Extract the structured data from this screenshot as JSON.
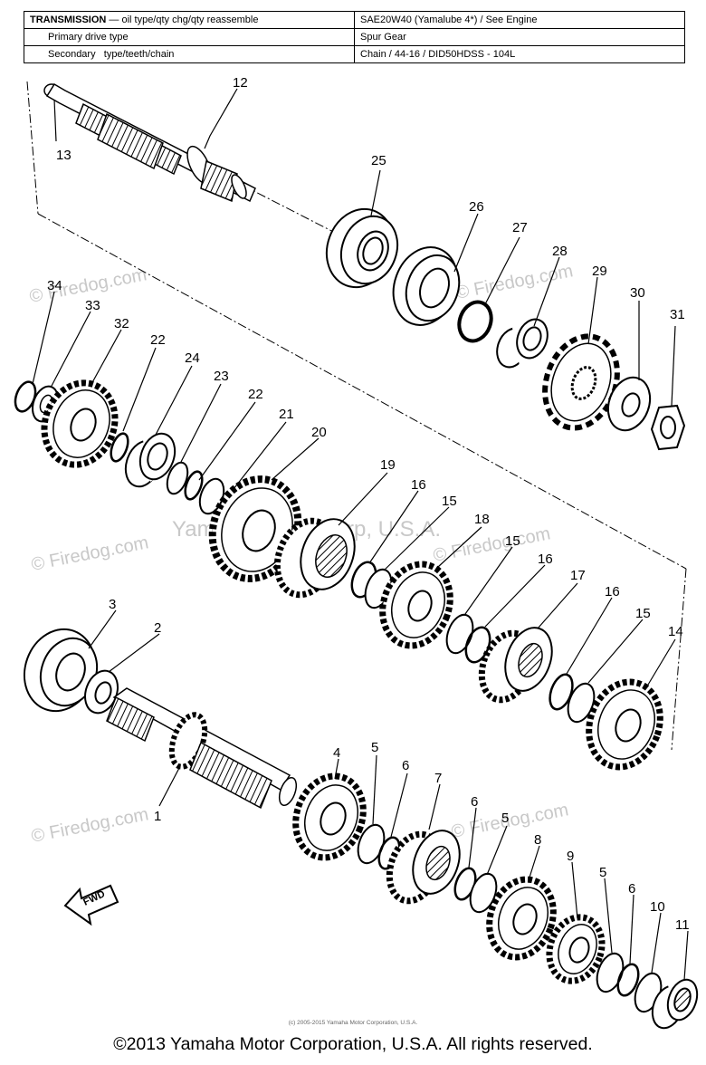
{
  "spec_table": {
    "rows": [
      {
        "label_bold": "TRANSMISSION",
        "label_rest": " — oil type/qty chg/qty reassemble",
        "value": "SAE20W40 (Yamalube 4*) / See Engine"
      },
      {
        "label": "Primary drive type",
        "value": "Spur Gear"
      },
      {
        "label": "Secondary   type/teeth/chain",
        "value": "Chain / 44-16 / DID50HDSS - 104L"
      }
    ]
  },
  "callouts": {
    "n1": "1",
    "n2": "2",
    "n3": "3",
    "n4": "4",
    "n5a": "5",
    "n5b": "5",
    "n5c": "5",
    "n6a": "6",
    "n6b": "6",
    "n6c": "6",
    "n7": "7",
    "n8": "8",
    "n9": "9",
    "n10": "10",
    "n11": "11",
    "n12": "12",
    "n13": "13",
    "n14": "14",
    "n15a": "15",
    "n15b": "15",
    "n15c": "15",
    "n16a": "16",
    "n16b": "16",
    "n16c": "16",
    "n17": "17",
    "n18": "18",
    "n19": "19",
    "n20": "20",
    "n21": "21",
    "n22a": "22",
    "n22b": "22",
    "n23": "23",
    "n24": "24",
    "n25": "25",
    "n26": "26",
    "n27": "27",
    "n28": "28",
    "n29": "29",
    "n30": "30",
    "n31": "31",
    "n32": "32",
    "n33": "33",
    "n34": "34"
  },
  "fwd_label": "FWD",
  "watermarks": {
    "firedog": "© Firedog.com",
    "yamaha": "Yamaha Motor Corp, U.S.A."
  },
  "small_copyright": "(c) 2005-2015 Yamaha Motor Corporation, U.S.A.",
  "copyright": "©2013 Yamaha Motor Corporation, U.S.A. All rights reserved."
}
